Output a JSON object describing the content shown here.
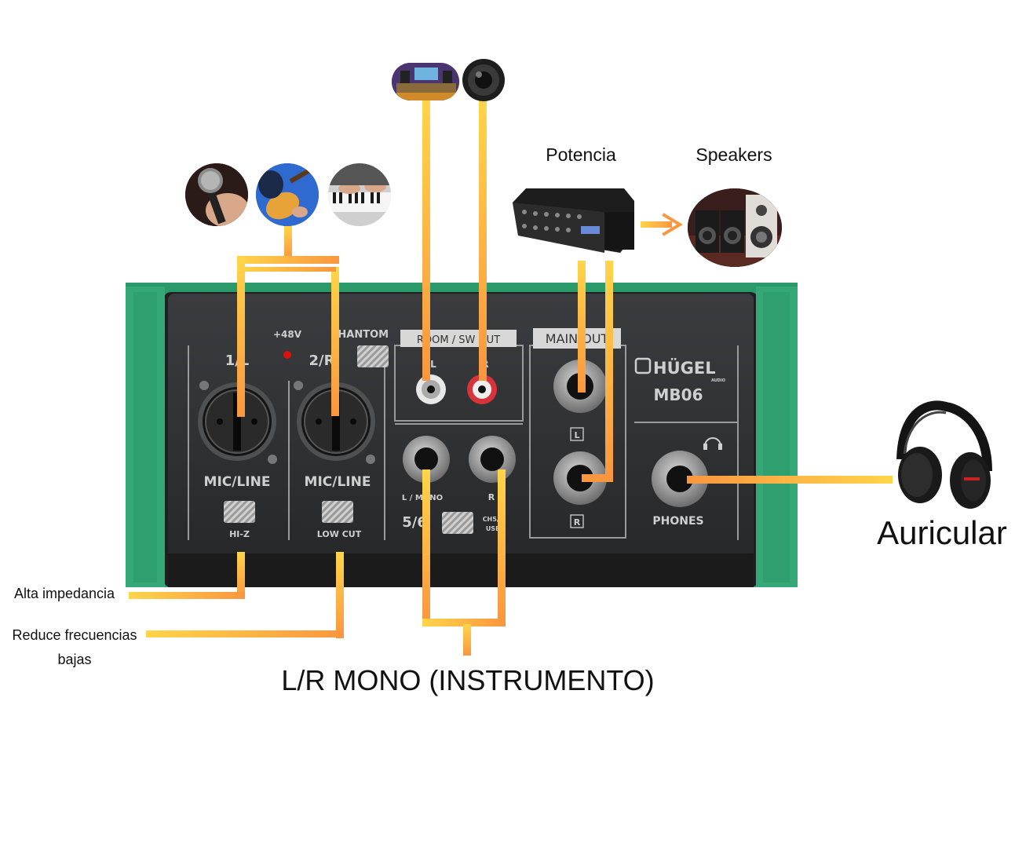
{
  "labels": {
    "potencia": "Potencia",
    "speakers": "Speakers",
    "auricular": "Auricular",
    "alta_impedancia": "Alta impedancia",
    "reduce_line1": "Reduce frecuencias",
    "reduce_line2": "bajas",
    "lr_mono": "L/R MONO (INSTRUMENTO)"
  },
  "mixer": {
    "brand": "HÜGEL",
    "brand_sub": "AUDIO",
    "model": "MB06",
    "plus48v": "+48V",
    "phantom": "PHANTOM",
    "ch1": "1/L",
    "ch2": "2/R",
    "micline1": "MIC/LINE",
    "micline2": "MIC/LINE",
    "hiz": "HI-Z",
    "lowcut": "LOW CUT",
    "room_sw": "ROOM / SW OUT",
    "room_l": "L",
    "room_r": "R",
    "main_out": "MAIN OUT",
    "main_l": "L",
    "main_r": "R",
    "ch56": "5/6",
    "lmono": "L / MONO",
    "r": "R",
    "ch56_mode1": "CH5/6",
    "ch56_mode2": "USB",
    "phones": "PHONES"
  },
  "colors": {
    "line_yellow": "#ffd54a",
    "line_orange": "#f9963f",
    "body_green": "#2e9c6c",
    "panel_dark": "#2e3033"
  },
  "icons": [
    "microphone-icon",
    "guitar-icon",
    "keyboard-icon",
    "studio-icon",
    "speaker-icon",
    "power-amp-icon",
    "speakers-icon",
    "headphones-icon"
  ]
}
